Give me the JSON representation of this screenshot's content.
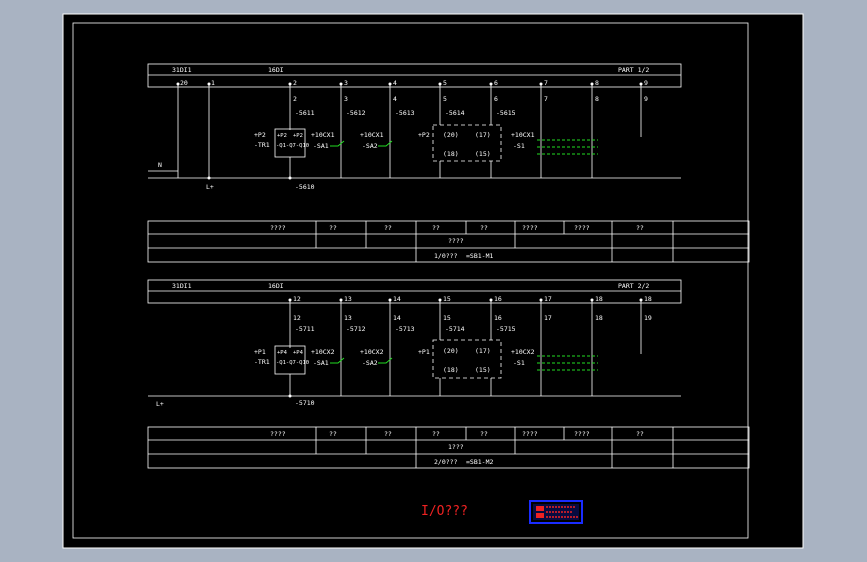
{
  "colors": {
    "background": "#a9b3c2",
    "sheet": "#000000",
    "line": "#ffffff",
    "green": "#22dd22",
    "red": "#ee2222",
    "blue": "#1a2cff"
  },
  "parts": [
    {
      "header_left": "31DI1",
      "header_mid": "16DI",
      "header_right": "PART 1/2",
      "bus_nodes": [
        "20",
        "1",
        "2",
        "3",
        "4",
        "5",
        "6",
        "7",
        "8",
        "9"
      ],
      "sub_nodes": [
        "2",
        "3",
        "4",
        "5",
        "6",
        "7",
        "8",
        "9"
      ],
      "cables": [
        "-5611",
        "-5612",
        "-5613",
        "-5614",
        "-5615"
      ],
      "dev1": {
        "a": "+P2",
        "b": "-TR1",
        "c": "+P2",
        "d": "+P2",
        "e": "-Q1-Q7-Q10",
        "f": "+10CX1",
        "g": "-SA1"
      },
      "dev2": {
        "a": "+10CX1",
        "b": "-SA2"
      },
      "dev3": {
        "a": "+P2",
        "b": "(20)",
        "c": "(17)",
        "d": "(18)",
        "e": "(15)"
      },
      "dev4": {
        "a": "+10CX1",
        "b": "-S1"
      },
      "n_label": "N",
      "bottom_cable": "-5610",
      "lplus": "L+",
      "table_row1": [
        "????",
        "??",
        "??",
        "??",
        "??",
        "????",
        "????",
        "??"
      ],
      "table_row2": "????",
      "table_row3": "1/0???",
      "table_row3b": "=SB1-M1"
    },
    {
      "header_left": "31DI1",
      "header_mid": "16DI",
      "header_right": "PART 2/2",
      "bus_nodes": [
        "12",
        "13",
        "14",
        "15",
        "16",
        "17",
        "18",
        "18"
      ],
      "sub_nodes": [
        "12",
        "13",
        "14",
        "15",
        "16",
        "17",
        "18",
        "19"
      ],
      "cables": [
        "-5711",
        "-5712",
        "-5713",
        "-5714",
        "-5715"
      ],
      "dev1": {
        "a": "+P1",
        "b": "-TR1",
        "c": "+P4",
        "d": "+P4",
        "e": "-Q1-Q7-Q10",
        "f": "+10CX2",
        "g": "-SA1"
      },
      "dev2": {
        "a": "+10CX2",
        "b": "-SA2"
      },
      "dev3": {
        "a": "+P1",
        "b": "(20)",
        "c": "(17)",
        "d": "(18)",
        "e": "(15)"
      },
      "dev4": {
        "a": "+10CX2",
        "b": "-S1"
      },
      "n_label": "",
      "bottom_cable": "-5710",
      "lplus": "L+",
      "table_row1": [
        "????",
        "??",
        "??",
        "??",
        "??",
        "????",
        "????",
        "??"
      ],
      "table_row2": "1???",
      "table_row3": "2/0???",
      "table_row3b": "=SB1-M2"
    }
  ],
  "footer": {
    "title": "I/O???",
    "stamp": ""
  }
}
